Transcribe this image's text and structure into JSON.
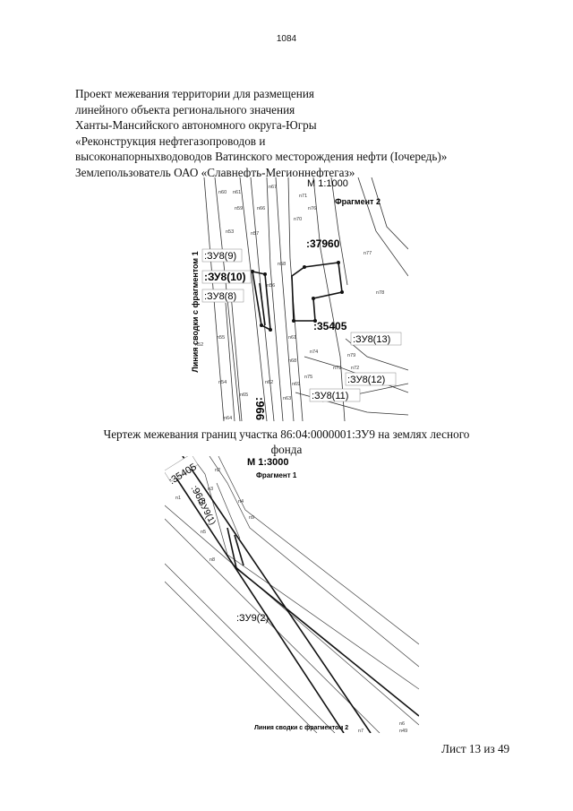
{
  "page_number": "1084",
  "header_lines": [
    "Проект межевания территории для размещения",
    "линейного объекта регионального значения",
    "Ханты-Мансийского автономного округа-Югры",
    "«Реконструкция нефтегазопроводов и",
    "высоконапорныхводоводов Ватинского месторождения нефти (Iочередь)»",
    "Землепользователь ОАО «Славнефть-Мегионнефтегаз»"
  ],
  "map_top": {
    "scale": "М 1:1000",
    "fragment": "Фрагмент 2",
    "side_label": "Линия сводки с фрагментом 1",
    "parcels": [
      ":37960",
      ":35405",
      ":966"
    ],
    "zu_labels": [
      ":ЗУ8(9)",
      ":ЗУ8(10)",
      ":ЗУ8(8)",
      ":ЗУ8(13)",
      ":ЗУ8(12)",
      ":ЗУ8(11)"
    ],
    "points": [
      "n60",
      "n61",
      "n59",
      "n66",
      "n67",
      "n71",
      "n76",
      "n70",
      "n53",
      "n57",
      "n77",
      "n58",
      "n78",
      "n56",
      "n55",
      "n52",
      "n61",
      "n74",
      "n79",
      "n72",
      "n68",
      "n73",
      "n75",
      "n54",
      "n62",
      "n65",
      "n69",
      "n63",
      "n64"
    ]
  },
  "caption_lines": [
    "Чертеж межевания границ участка 86:04:0000001:ЗУ9 на землях лесного",
    "фонда"
  ],
  "map_bottom": {
    "scale": "М 1:3000",
    "fragment": "Фрагмент 1",
    "bottom_label": "Линия сводки с фрагментом 2",
    "parcels": [
      ":35405",
      ":966"
    ],
    "zu_labels": [
      ":ЗУ9(1)",
      ":ЗУ9(2)"
    ],
    "points": [
      "n2",
      "n1",
      "n3",
      "n4",
      "n9",
      "n5",
      "n8",
      "n6",
      "n49",
      "n7"
    ]
  },
  "sheet_label": "Лист 13 из 49"
}
